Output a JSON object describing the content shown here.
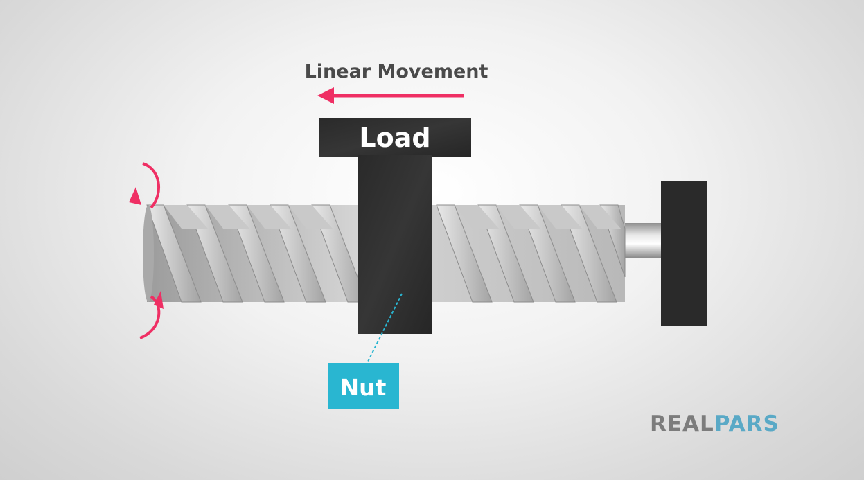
{
  "labels": {
    "movement": "Linear Movement",
    "load": "Load",
    "nut": "Nut"
  },
  "logo": {
    "part1": "REAL",
    "part2": "PARS",
    "full": "REALPARS"
  },
  "colors": {
    "arrow": "#ef2f64",
    "block": "#2d2d2d",
    "nut_box": "#29b6d1",
    "movement_text": "#4a4a4a",
    "logo_gray": "#7c7c7c",
    "logo_blue": "#5aa9c6"
  },
  "icons": {
    "movement_arrow": "left-arrow-icon",
    "rotation": "rotation-arrows-icon"
  }
}
